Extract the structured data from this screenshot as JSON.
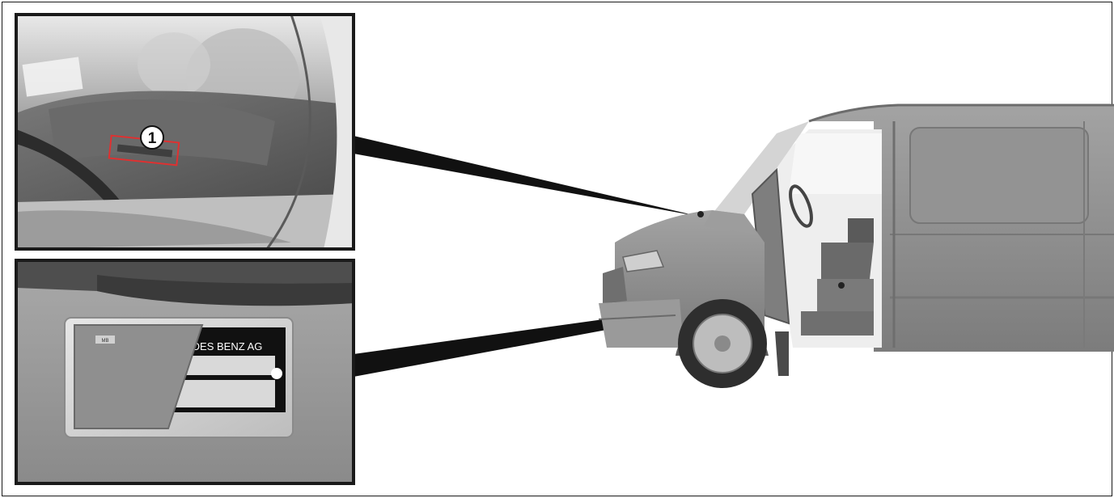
{
  "callout_number": "1",
  "plate_text": "EDES BENZ AG",
  "small_tag": "MB",
  "colors": {
    "frame": "#1a1a1a",
    "highlight_box": "#e03030",
    "van_body": "#8d8d8d",
    "van_dark": "#5a5a5a",
    "plate_bg": "#d8d8d8"
  }
}
